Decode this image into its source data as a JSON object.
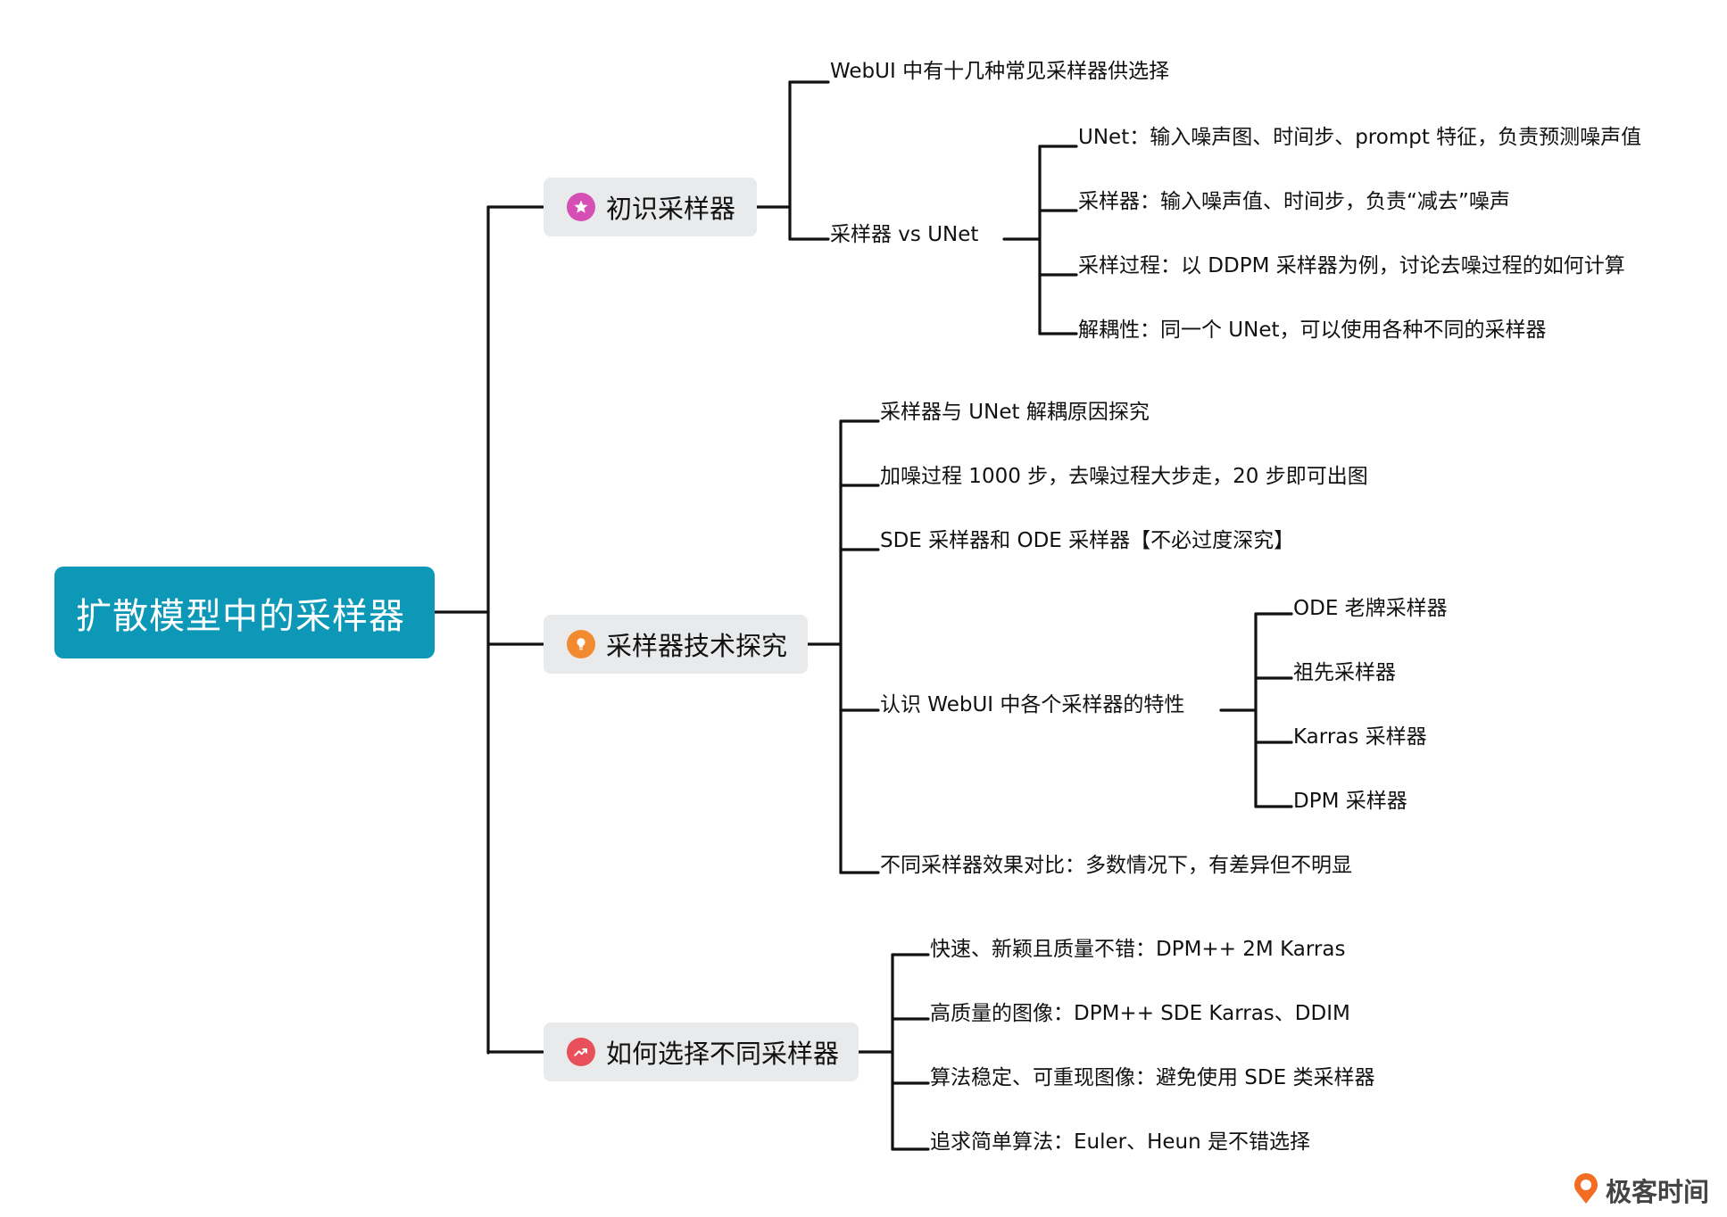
{
  "root": {
    "label": "扩散模型中的采样器",
    "color": "#0e98b8"
  },
  "branches": [
    {
      "label": "初识采样器",
      "icon": "star-icon",
      "icon_color": "#d64fb5",
      "children": [
        {
          "label": "WebUI 中有十几种常见采样器供选择"
        },
        {
          "label": "采样器 vs UNet",
          "children": [
            {
              "label": "UNet：输入噪声图、时间步、prompt 特征，负责预测噪声值"
            },
            {
              "label": "采样器：输入噪声值、时间步，负责“减去”噪声"
            },
            {
              "label": "采样过程：以 DDPM 采样器为例，讨论去噪过程的如何计算"
            },
            {
              "label": "解耦性：同一个 UNet，可以使用各种不同的采样器"
            }
          ]
        }
      ]
    },
    {
      "label": "采样器技术探究",
      "icon": "lightbulb-icon",
      "icon_color": "#f28b30",
      "children": [
        {
          "label": "采样器与 UNet 解耦原因探究"
        },
        {
          "label": "加噪过程 1000 步，去噪过程大步走，20 步即可出图"
        },
        {
          "label": "SDE 采样器和 ODE 采样器【不必过度深究】"
        },
        {
          "label": "认识 WebUI 中各个采样器的特性",
          "children": [
            {
              "label": "ODE 老牌采样器"
            },
            {
              "label": "祖先采样器"
            },
            {
              "label": "Karras 采样器"
            },
            {
              "label": "DPM 采样器"
            }
          ]
        },
        {
          "label": "不同采样器效果对比：多数情况下，有差异但不明显"
        }
      ]
    },
    {
      "label": "如何选择不同采样器",
      "icon": "trend-up-icon",
      "icon_color": "#e8505b",
      "children": [
        {
          "label": "快速、新颖且质量不错：DPM++ 2M Karras"
        },
        {
          "label": "高质量的图像：DPM++ SDE Karras、DDIM"
        },
        {
          "label": "算法稳定、可重现图像：避免使用 SDE 类采样器"
        },
        {
          "label": "追求简单算法：Euler、Heun 是不错选择"
        }
      ]
    }
  ],
  "logo": {
    "text": "极客时间",
    "icon": "geektime-logo-icon",
    "color": "#f26d21"
  }
}
